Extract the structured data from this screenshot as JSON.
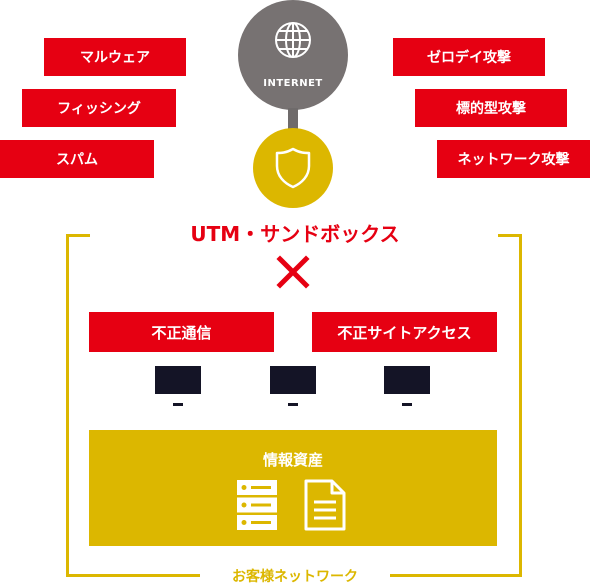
{
  "internet": {
    "label": "INTERNET",
    "icon": "globe-icon"
  },
  "threats_left": [
    {
      "label": "マルウェア"
    },
    {
      "label": "フィッシング"
    },
    {
      "label": "スパム"
    }
  ],
  "threats_right": [
    {
      "label": "ゼロデイ攻撃"
    },
    {
      "label": "標的型攻撃"
    },
    {
      "label": "ネットワーク攻撃"
    }
  ],
  "utm": {
    "title": "UTM・サンドボックス",
    "icon": "shield-icon",
    "block_symbol": "cross-icon"
  },
  "blocked": [
    {
      "label": "不正通信"
    },
    {
      "label": "不正サイトアクセス"
    }
  ],
  "assets": {
    "title": "情報資産",
    "icons": [
      "server-icon",
      "document-icon"
    ]
  },
  "network": {
    "label": "お客様ネットワーク"
  },
  "colors": {
    "red": "#e60012",
    "gold": "#dcb700",
    "gray": "#777272",
    "monitor": "#141426"
  }
}
